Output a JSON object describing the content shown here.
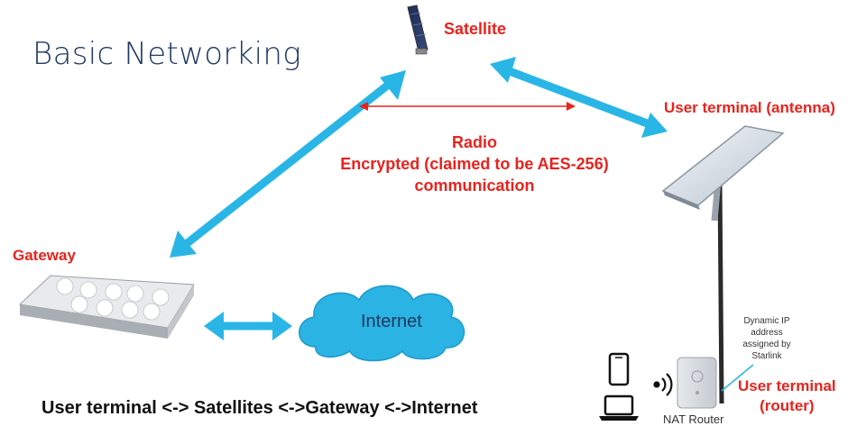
{
  "title": "Basic Networking",
  "labels": {
    "satellite": "Satellite",
    "antenna": "User terminal (antenna)",
    "gateway": "Gateway",
    "router_line1": "User terminal",
    "router_line2": "(router)",
    "internet": "Internet",
    "nat_router": "NAT Router"
  },
  "radio": {
    "line1": "Radio",
    "line2": "Encrypted (claimed to be AES-256)",
    "line3": "communication"
  },
  "dynamic_ip_note": {
    "line1": "Dynamic IP",
    "line2": "address",
    "line3": "assigned by",
    "line4": "Starlink"
  },
  "bottom_text": "User terminal <-> Satellites <->Gateway <->Internet",
  "colors": {
    "arrow": "#29b6e6",
    "label_red": "#e8231d",
    "title_navy": "#1f3864",
    "cloud": "#2bb3e3"
  },
  "icons": [
    "satellite-icon",
    "antenna-dish-icon",
    "gateway-dome-icon",
    "internet-cloud-icon",
    "phone-icon",
    "laptop-icon",
    "wifi-icon",
    "nat-router-icon"
  ]
}
